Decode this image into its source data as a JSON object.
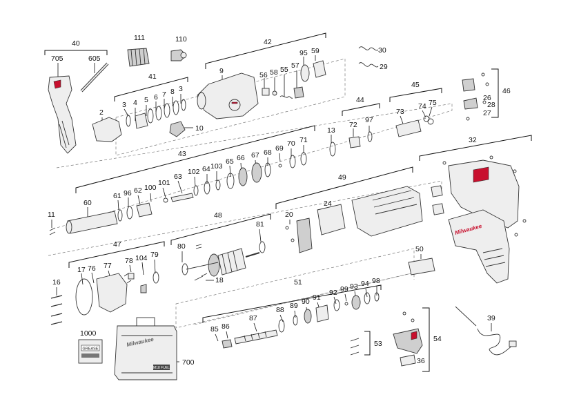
{
  "brand_logo": "Milwaukee",
  "grease_label": "GREASE",
  "case_label": "Milwaukee",
  "case_badge": "M18 FUEL",
  "part_numbers": [
    "40",
    "705",
    "605",
    "111",
    "110",
    "42",
    "9",
    "56",
    "58",
    "55",
    "57",
    "95",
    "59",
    "30",
    "29",
    "41",
    "3",
    "4",
    "5",
    "6",
    "7",
    "8",
    "3",
    "2",
    "10",
    "44",
    "72",
    "97",
    "45",
    "73",
    "74",
    "75",
    "26",
    "28",
    "27",
    "46",
    "13",
    "43",
    "61",
    "96",
    "62",
    "100",
    "101",
    "63",
    "102",
    "64",
    "103",
    "65",
    "66",
    "67",
    "68",
    "69",
    "70",
    "71",
    "60",
    "11",
    "49",
    "20",
    "24",
    "32",
    "48",
    "80",
    "81",
    "18",
    "47",
    "17",
    "76",
    "77",
    "78",
    "104",
    "79",
    "16",
    "50",
    "51",
    "85",
    "86",
    "87",
    "88",
    "89",
    "90",
    "91",
    "92",
    "99",
    "93",
    "94",
    "98",
    "53",
    "54",
    "36",
    "39",
    "1000",
    "700"
  ]
}
